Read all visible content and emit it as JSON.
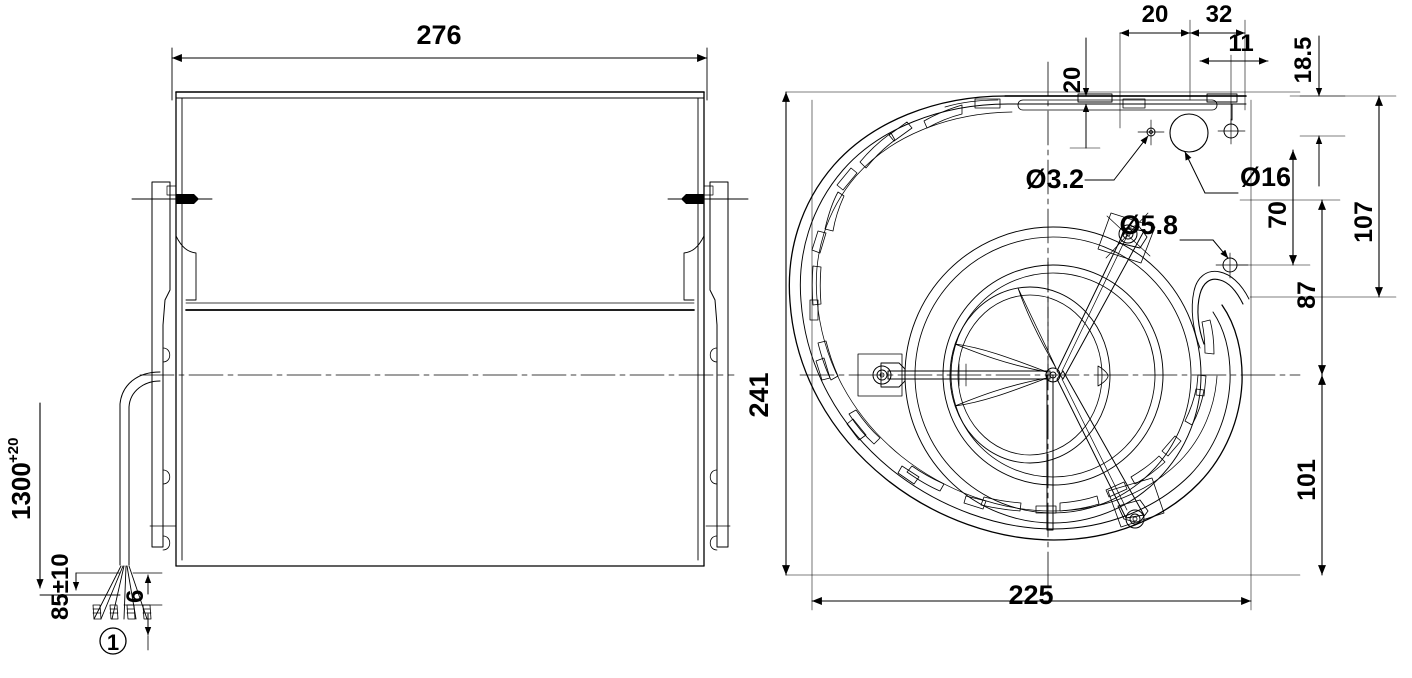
{
  "drawing": {
    "type": "mechanical-engineering-drawing",
    "subject": "centrifugal blower (forward-curved squirrel-cage fan) with scroll housing",
    "units": "mm",
    "views": [
      {
        "id": "front-elevation",
        "name": "Front elevation / side view",
        "position": "left"
      },
      {
        "id": "side-section",
        "name": "End view / scroll housing plan",
        "position": "right"
      }
    ],
    "line_color": "#000000",
    "background_color": "#ffffff"
  },
  "dimensions": {
    "overall_width": "276",
    "overall_height": "241",
    "overall_depth": "225",
    "cable_length": "1300",
    "cable_length_tolerance": "+20",
    "lead_strip_length": "85±10",
    "lead_offset": "6",
    "item_balloon": "1",
    "flange_hole_pitch_a": "20",
    "flange_hole_pitch_b": "32",
    "flange_hole_pitch_c": "11",
    "flange_edge_top": "20",
    "edge_offset_right": "18.5",
    "height_to_center_107": "107",
    "height_70": "70",
    "height_87": "87",
    "height_101": "101",
    "hole_dia_3_2": "Ø3.2",
    "hole_dia_16": "Ø16",
    "hole_dia_5_8": "Ø5.8"
  },
  "labels": {
    "width_276": "276",
    "height_241": "241",
    "depth_225": "225",
    "cable_1300": "1300",
    "cable_tol": "+20",
    "strip_85": "85±10",
    "lead_6": "6",
    "balloon_1": "1",
    "pitch_20": "20",
    "pitch_32": "32",
    "pitch_11": "11",
    "edge_20": "20",
    "edge_18_5": "18.5",
    "dim_107": "107",
    "dim_70": "70",
    "dim_87": "87",
    "dim_101": "101",
    "dia_3_2": "Ø3.2",
    "dia_16": "Ø16",
    "dia_5_8": "Ø5.8"
  }
}
